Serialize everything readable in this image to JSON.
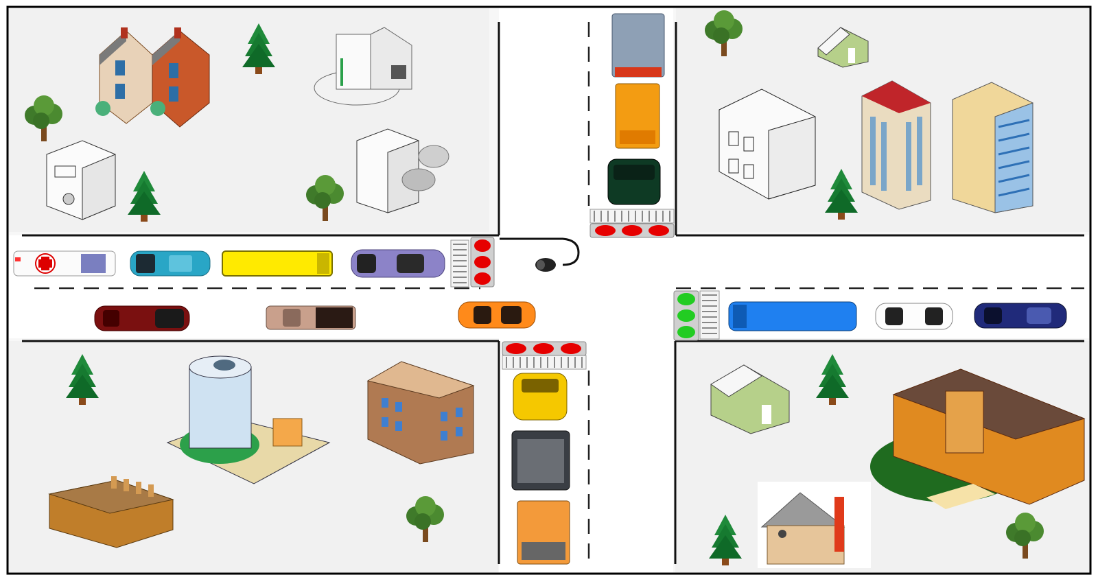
{
  "scene": {
    "palette": {
      "frame": "#000000",
      "road": "#ffffff",
      "block": "#f1f1f1",
      "light_red": "#e60000",
      "light_green": "#22cc22",
      "light_housing": "#cccccc"
    },
    "traffic_lights": [
      {
        "id": "signal-west",
        "state": "red"
      },
      {
        "id": "signal-north",
        "state": "red"
      },
      {
        "id": "signal-south",
        "state": "red"
      },
      {
        "id": "signal-east",
        "state": "green"
      }
    ],
    "vehicles": [
      "ambulance",
      "cyan-car",
      "yellow-bus",
      "purple-car",
      "maroon-car",
      "pickup-truck",
      "orange-car",
      "grey-truck",
      "orange-truck",
      "dark-green-car",
      "yellow-taxi",
      "dark-van",
      "orange-dump-truck",
      "blue-bus",
      "white-car",
      "navy-car"
    ],
    "buildings": [
      "townhouse-left",
      "townhouse-right",
      "round-office",
      "bank",
      "coin-bank",
      "green-house-north",
      "white-office",
      "hotel-tower",
      "glass-tower",
      "round-glass-office",
      "brick-apartment",
      "factory",
      "green-house-south",
      "school",
      "home-office"
    ],
    "tree_kinds": [
      "pine-tree",
      "oak-tree"
    ],
    "camera": "roadside-camera"
  }
}
